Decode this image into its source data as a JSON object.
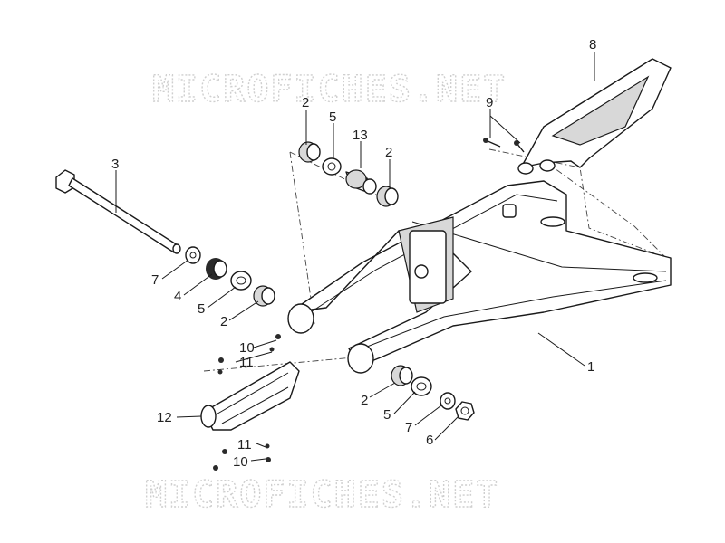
{
  "watermark": {
    "top": "MICROFICHES.NET",
    "bottom": "MICROFICHES.NET"
  },
  "callouts": [
    {
      "id": "c1",
      "text": "1"
    },
    {
      "id": "c2a",
      "text": "2"
    },
    {
      "id": "c2b",
      "text": "2"
    },
    {
      "id": "c2c",
      "text": "2"
    },
    {
      "id": "c2d",
      "text": "2"
    },
    {
      "id": "c3",
      "text": "3"
    },
    {
      "id": "c4",
      "text": "4"
    },
    {
      "id": "c5a",
      "text": "5"
    },
    {
      "id": "c5b",
      "text": "5"
    },
    {
      "id": "c5c",
      "text": "5"
    },
    {
      "id": "c6",
      "text": "6"
    },
    {
      "id": "c7a",
      "text": "7"
    },
    {
      "id": "c7b",
      "text": "7"
    },
    {
      "id": "c8",
      "text": "8"
    },
    {
      "id": "c9",
      "text": "9"
    },
    {
      "id": "c10a",
      "text": "10"
    },
    {
      "id": "c10b",
      "text": "10"
    },
    {
      "id": "c11a",
      "text": "11"
    },
    {
      "id": "c11b",
      "text": "11"
    },
    {
      "id": "c12",
      "text": "12"
    },
    {
      "id": "c13",
      "text": "13"
    }
  ]
}
